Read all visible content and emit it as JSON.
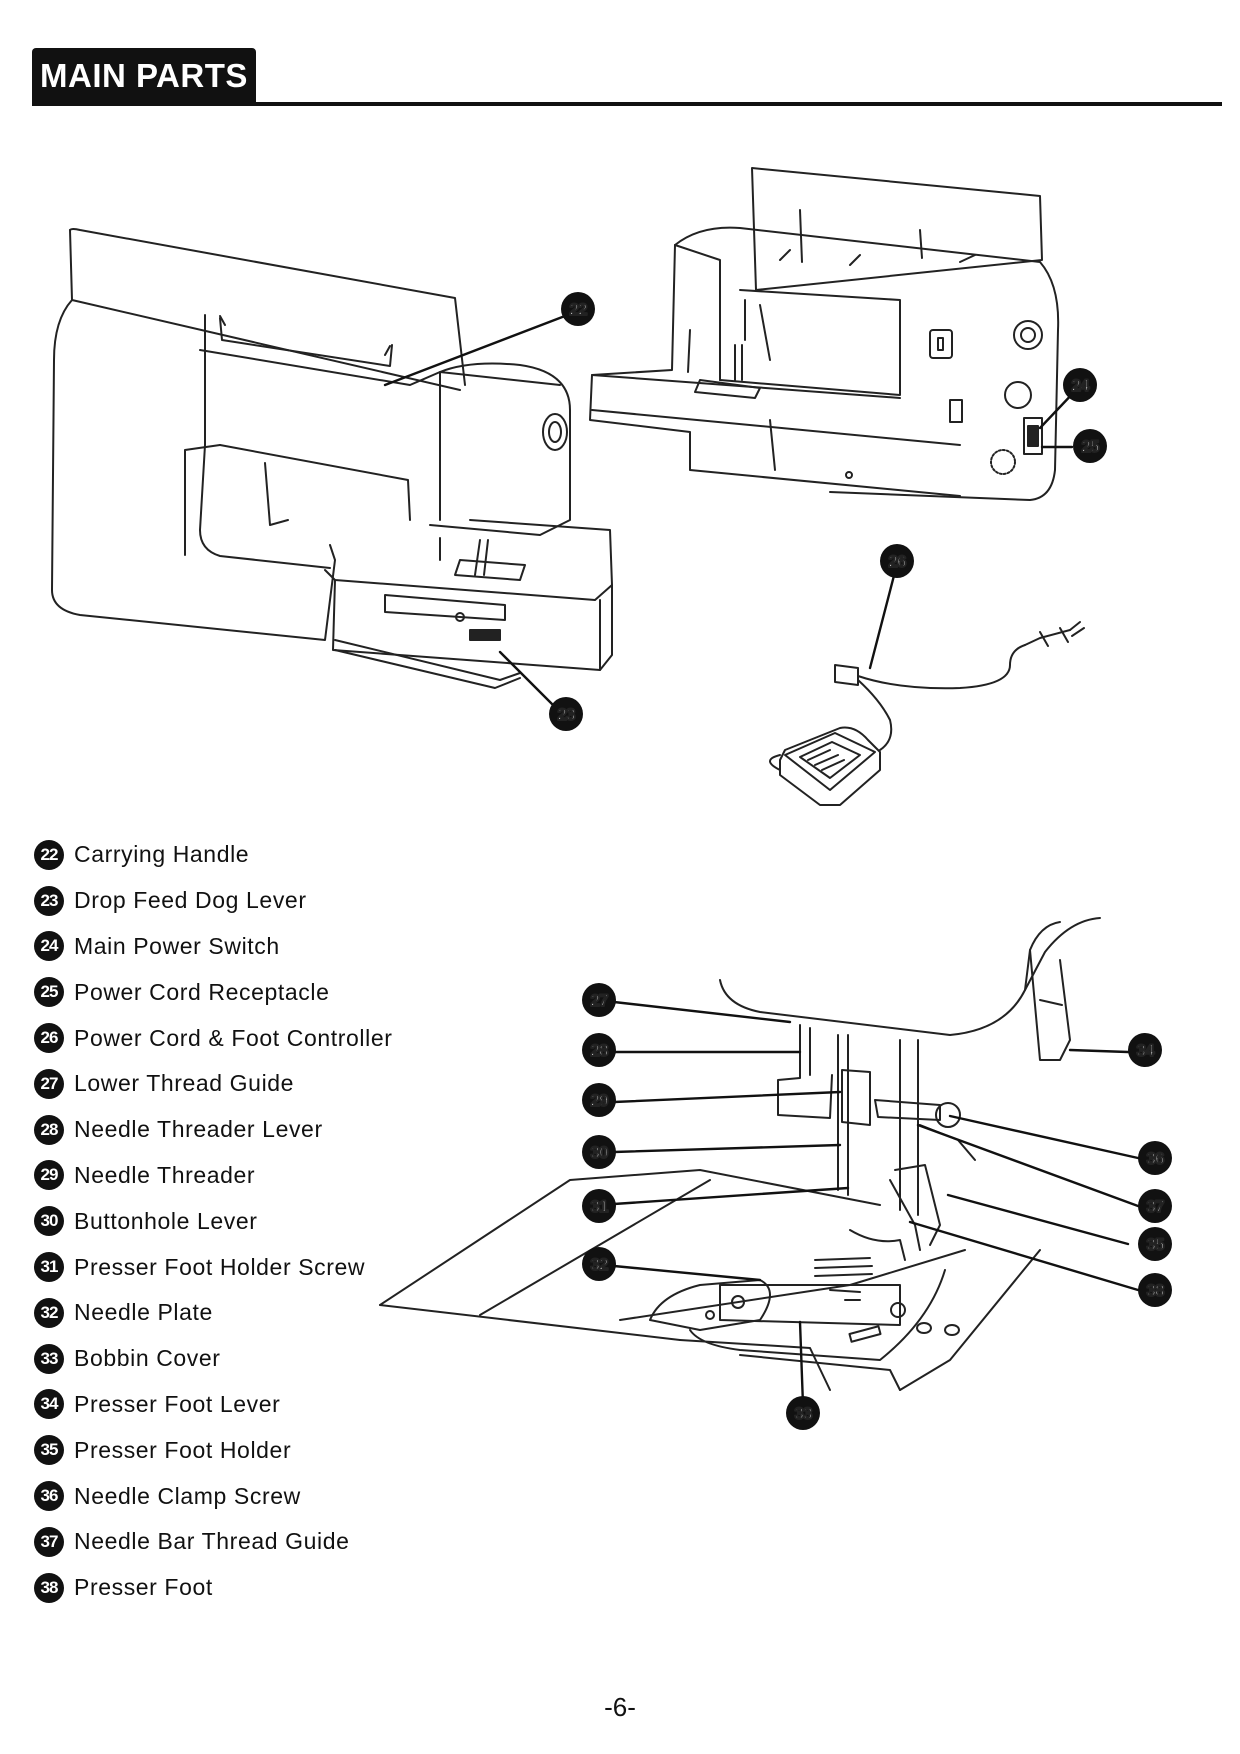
{
  "header": {
    "title": "MAIN PARTS"
  },
  "parts": [
    {
      "num": "22",
      "label": "Carrying Handle"
    },
    {
      "num": "23",
      "label": "Drop Feed Dog Lever"
    },
    {
      "num": "24",
      "label": "Main Power Switch"
    },
    {
      "num": "25",
      "label": "Power Cord Receptacle"
    },
    {
      "num": "26",
      "label": "Power Cord & Foot Controller"
    },
    {
      "num": "27",
      "label": "Lower Thread Guide"
    },
    {
      "num": "28",
      "label": "Needle Threader Lever"
    },
    {
      "num": "29",
      "label": "Needle Threader"
    },
    {
      "num": "30",
      "label": "Buttonhole Lever"
    },
    {
      "num": "31",
      "label": "Presser Foot Holder Screw"
    },
    {
      "num": "32",
      "label": "Needle Plate"
    },
    {
      "num": "33",
      "label": "Bobbin Cover"
    },
    {
      "num": "34",
      "label": "Presser Foot Lever"
    },
    {
      "num": "35",
      "label": "Presser Foot Holder"
    },
    {
      "num": "36",
      "label": "Needle Clamp Screw"
    },
    {
      "num": "37",
      "label": "Needle Bar Thread Guide"
    },
    {
      "num": "38",
      "label": "Presser Foot"
    }
  ],
  "callouts": {
    "c22": "22",
    "c23": "23",
    "c24": "24",
    "c25": "25",
    "c26": "26",
    "c27": "27",
    "c28": "28",
    "c29": "29",
    "c30": "30",
    "c31": "31",
    "c32": "32",
    "c33": "33",
    "c34": "34",
    "c35": "35",
    "c36": "36",
    "c37": "37",
    "c38": "38"
  },
  "footer": {
    "page_number": "-6-"
  }
}
